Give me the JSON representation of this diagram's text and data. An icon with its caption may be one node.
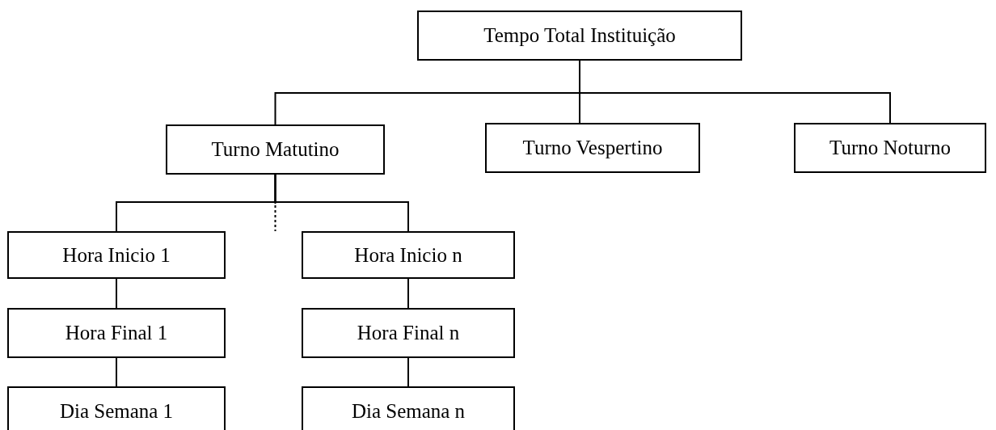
{
  "diagram": {
    "nodes": [
      {
        "text": [
          "Tempo Total Instituição"
        ]
      },
      {
        "text": [
          "Turno Matutino"
        ]
      },
      {
        "text": [
          "Turno Vespertino"
        ]
      },
      {
        "text": [
          "Turno Noturno"
        ]
      },
      {
        "text": [
          "Hora Inicio 1"
        ]
      },
      {
        "text": [
          "Hora Inicio n"
        ]
      },
      {
        "text": [
          "Hora Final 1"
        ]
      },
      {
        "text": [
          "Hora Final n"
        ]
      },
      {
        "text": [
          "Dia Semana 1"
        ]
      },
      {
        "text": [
          "Dia Semana n"
        ]
      }
    ],
    "edges": [
      {
        "from": 0,
        "to": 1,
        "arrow": "none"
      },
      {
        "from": 0,
        "to": 2,
        "arrow": "none"
      },
      {
        "from": 0,
        "to": 3,
        "arrow": "none"
      },
      {
        "from": 1,
        "to": 4,
        "arrow": "none"
      },
      {
        "from": 1,
        "to": null,
        "arrow": "none",
        "style": "dashed"
      },
      {
        "from": 1,
        "to": 5,
        "arrow": "none"
      },
      {
        "from": 4,
        "to": 6,
        "arrow": "none"
      },
      {
        "from": 6,
        "to": 8,
        "arrow": "none"
      },
      {
        "from": 5,
        "to": 7,
        "arrow": "none"
      },
      {
        "from": 7,
        "to": 9,
        "arrow": "none"
      }
    ]
  }
}
